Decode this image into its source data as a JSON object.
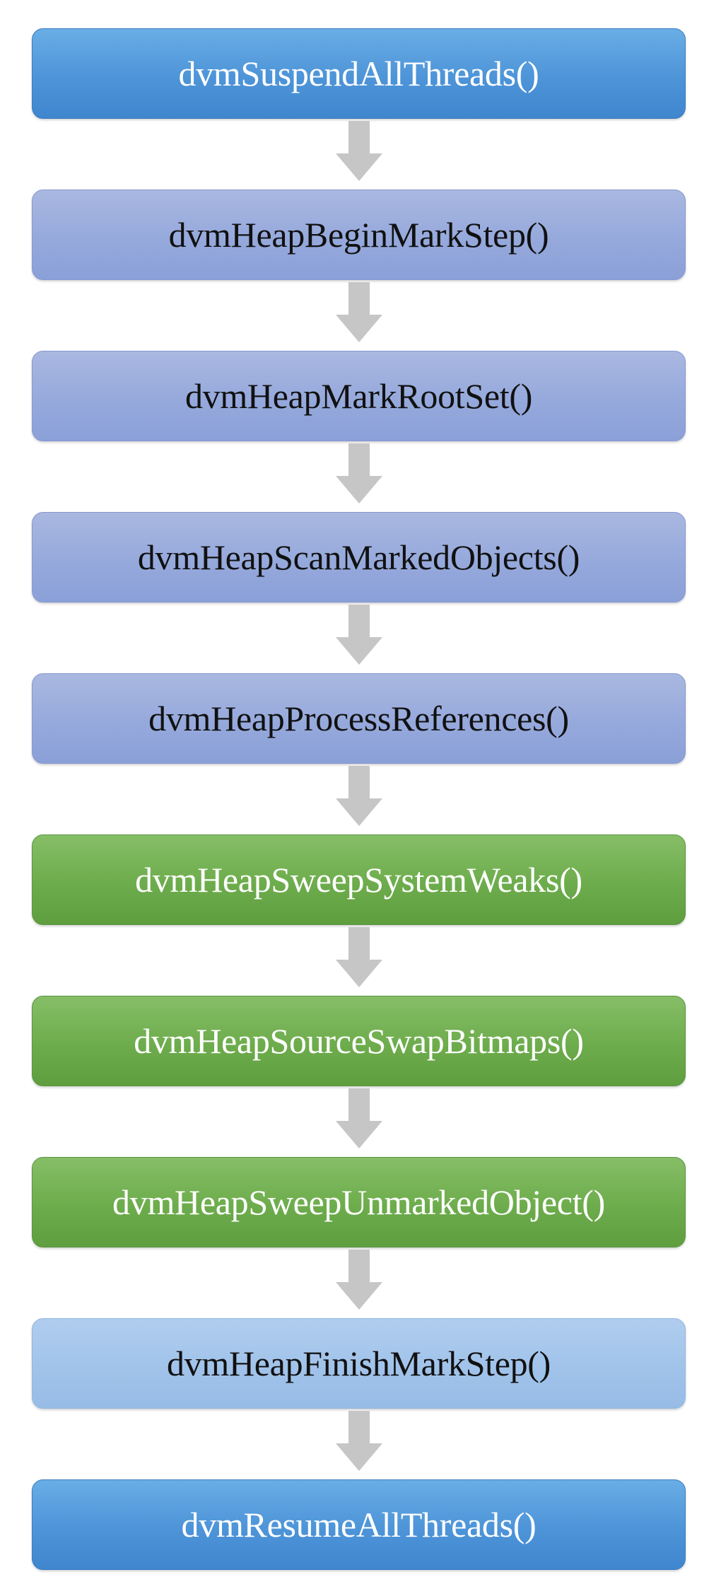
{
  "steps": [
    {
      "label": "dvmSuspendAllThreads()",
      "color": "#4d94d8"
    },
    {
      "label": "dvmHeapBeginMarkStep()",
      "color": "#96a9dc"
    },
    {
      "label": "dvmHeapMarkRootSet()",
      "color": "#96a9dc"
    },
    {
      "label": "dvmHeapScanMarkedObjects()",
      "color": "#96a9dc"
    },
    {
      "label": "dvmHeapProcessReferences()",
      "color": "#96a9dc"
    },
    {
      "label": "dvmHeapSweepSystemWeaks()",
      "color": "#6dac4c"
    },
    {
      "label": "dvmHeapSourceSwapBitmaps()",
      "color": "#6dac4c"
    },
    {
      "label": "dvmHeapSweepUnmarkedObject()",
      "color": "#6dac4c"
    },
    {
      "label": "dvmHeapFinishMarkStep()",
      "color": "#a1c3ea"
    },
    {
      "label": "dvmResumeAllThreads()",
      "color": "#4d94d8"
    }
  ],
  "arrow_color": "#c6c6c6"
}
